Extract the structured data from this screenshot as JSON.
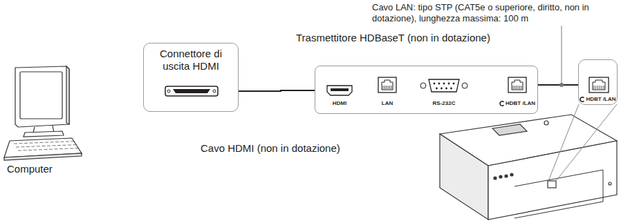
{
  "diagram": {
    "nodes": [
      {
        "text": [
          "Connettore di uscita HDMI"
        ]
      },
      {
        "text": [
          "Trasmettitore HDBaseT (non in dotazione)"
        ]
      },
      {
        "text": [
          "HDMI"
        ],
        "in": 1
      },
      {
        "text": [
          "LAN"
        ],
        "in": 1
      },
      {
        "text": [
          "RS-232C"
        ],
        "in": 1
      },
      {
        "text": [
          "HDBT /LAN"
        ],
        "in": 1
      },
      {
        "text": [
          "HDBT /LAN"
        ]
      }
    ],
    "edges": [
      {
        "from": 0,
        "to": 2,
        "arrow": "none",
        "label": "Cavo HDMI (non in dotazione)"
      },
      {
        "from": 5,
        "to": 6,
        "arrow": "none",
        "label": "Cavo LAN: tipo STP (CAT5e o superiore, diritto, non in dotazione), lunghezza massima: 100 m"
      }
    ],
    "labels": [
      "Computer"
    ]
  }
}
